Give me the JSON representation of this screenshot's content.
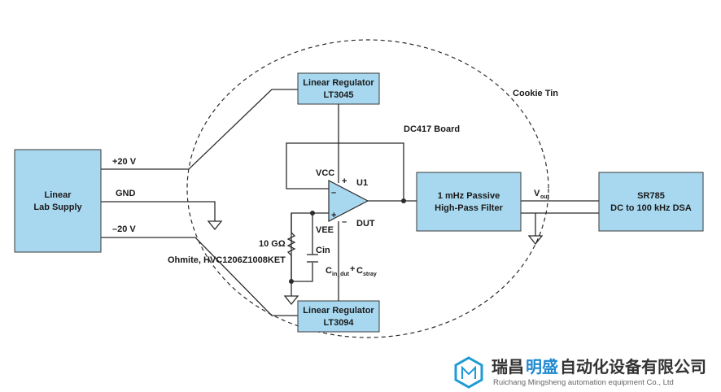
{
  "boxes": {
    "supply": [
      "Linear",
      "Lab Supply"
    ],
    "reg_top": [
      "Linear Regulator",
      "LT3045"
    ],
    "reg_bottom": [
      "Linear Regulator",
      "LT3094"
    ],
    "filter": [
      "1 mHz Passive",
      "High-Pass Filter"
    ],
    "dsa": [
      "SR785",
      "DC to 100 kHz DSA"
    ]
  },
  "labels": {
    "plus20": "+20 V",
    "gnd": "GND",
    "minus20": "–20 V",
    "ohmite": "Ohmite, HVC1206Z1008KET",
    "cookie_tin": "Cookie Tin",
    "board": "DC417 Board",
    "vcc": "VCC",
    "vee": "VEE",
    "u1": "U1",
    "dut": "DUT",
    "plus_in": "+",
    "minus_in": "–",
    "plus_supply": "+",
    "minus_supply": "–",
    "resistor": "10 GΩ",
    "cin": "Cin",
    "cin_dut_main": "C",
    "cin_dut_sub": "in_dut",
    "plus_sign": "+",
    "cstray_main": "C",
    "cstray_sub": "stray",
    "vout_main": "V",
    "vout_sub": "out"
  },
  "watermark": {
    "cn_part1": "瑞昌",
    "cn_highlight": "明盛",
    "cn_part2": "自动化设备有限公司",
    "en": "Ruichang Mingsheng automation equipment Co., Ltd"
  }
}
